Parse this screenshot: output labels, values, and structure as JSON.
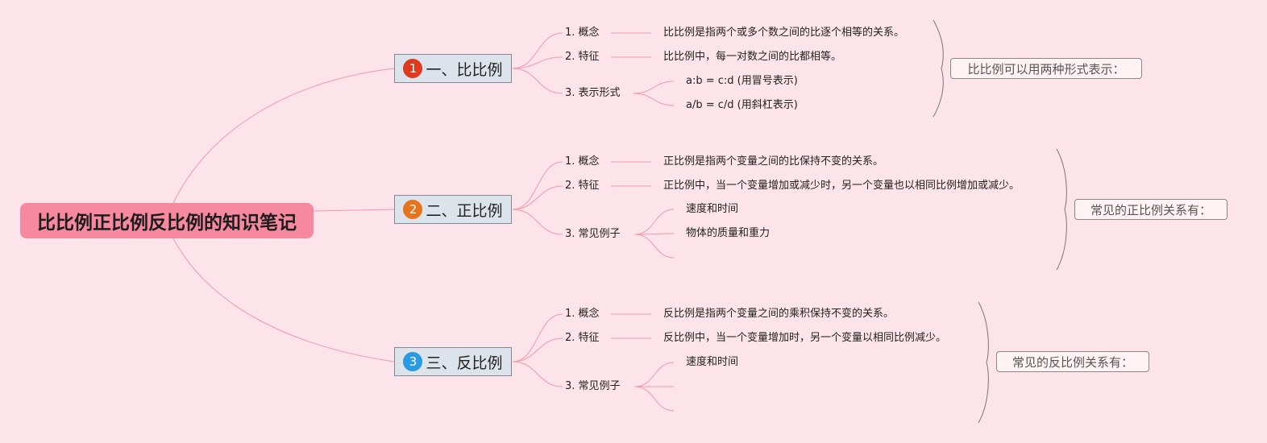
{
  "root": {
    "title": "比比例正比例反比例的知识笔记"
  },
  "branches": [
    {
      "num": "1",
      "color": "#dd3a1f",
      "label": "一、比比例",
      "items": [
        {
          "label": "1. 概念",
          "desc": "比比例是指两个或多个数之间的比逐个相等的关系。"
        },
        {
          "label": "2. 特征",
          "desc": "比比例中，每一对数之间的比都相等。"
        },
        {
          "label": "3. 表示形式",
          "children": [
            "a:b = c:d (用冒号表示)",
            "a/b = c/d (用斜杠表示)"
          ]
        }
      ],
      "summary": "比比例可以用两种形式表示："
    },
    {
      "num": "2",
      "color": "#e8731e",
      "label": "二、正比例",
      "items": [
        {
          "label": "1. 概念",
          "desc": "正比例是指两个变量之间的比保持不变的关系。"
        },
        {
          "label": "2. 特征",
          "desc": "正比例中，当一个变量增加或减少时，另一个变量也以相同比例增加或减少。"
        },
        {
          "label": "3. 常见例子",
          "children": [
            "速度和时间",
            "物体的质量和重力",
            ""
          ]
        }
      ],
      "summary": "常见的正比例关系有："
    },
    {
      "num": "3",
      "color": "#2a9be0",
      "label": "三、反比例",
      "items": [
        {
          "label": "1. 概念",
          "desc": "反比例是指两个变量之间的乘积保持不变的关系。"
        },
        {
          "label": "2. 特征",
          "desc": "反比例中，当一个变量增加时，另一个变量以相同比例减少。"
        },
        {
          "label": "3. 常见例子",
          "children": [
            "速度和时间",
            "",
            ""
          ]
        }
      ],
      "summary": "常见的反比例关系有："
    }
  ],
  "colors": {
    "link": "#f497ab",
    "background": "#fde4ea",
    "root_fill": "#f6899f"
  }
}
